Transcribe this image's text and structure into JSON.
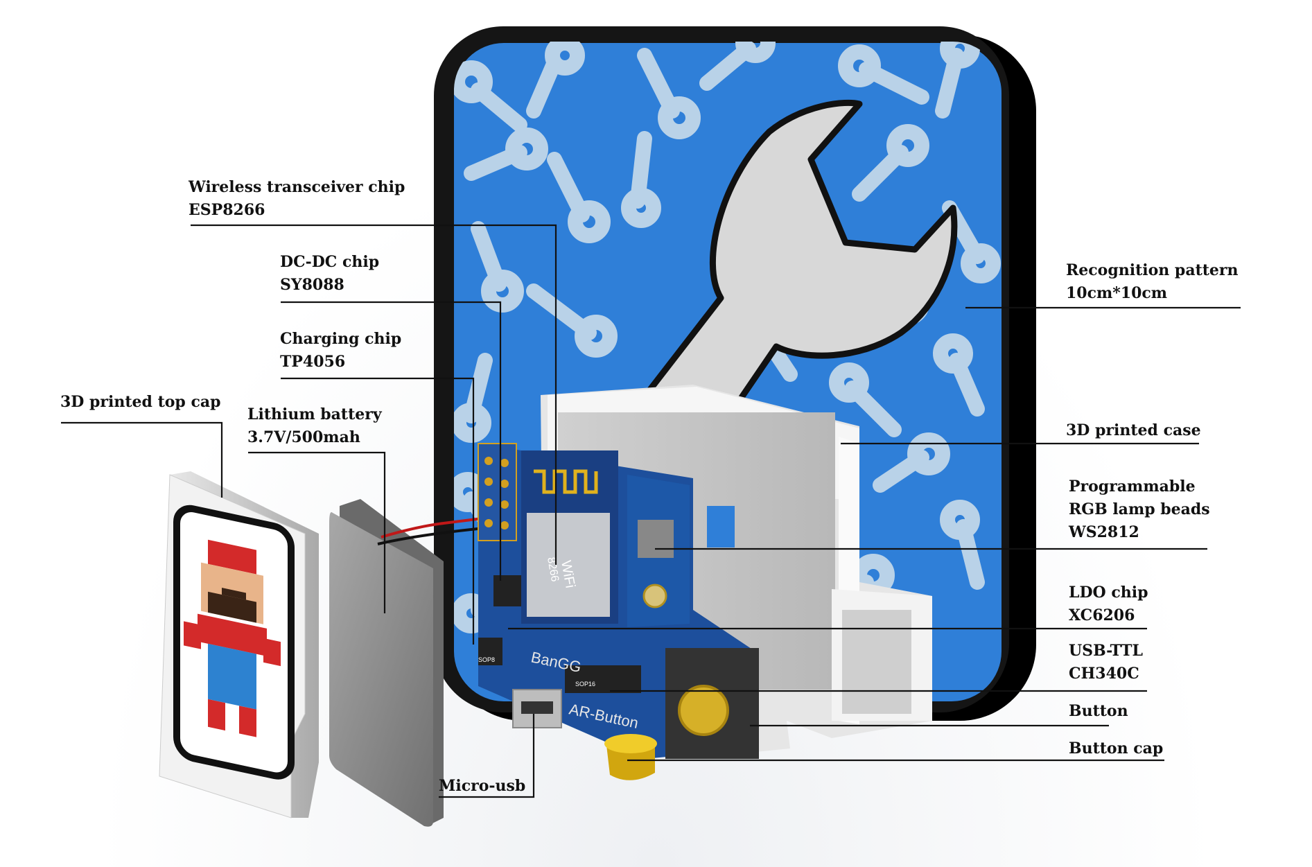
{
  "colors": {
    "pattern_blue": "#2f7fd8",
    "wrench_light": "#b9d2e8",
    "frame_black": "#151515",
    "pcb_blue": "#1d4f9c",
    "case_white": "#f2f2f2",
    "battery_gray": "#8d8d8d",
    "button_yellow": "#e8c21a"
  },
  "labels": {
    "wireless": {
      "line1": "Wireless transceiver chip",
      "line2": "ESP8266"
    },
    "dcdc": {
      "line1": "DC-DC chip",
      "line2": "SY8088"
    },
    "charging": {
      "line1": "Charging chip",
      "line2": "TP4056"
    },
    "topcap": {
      "line1": "3D printed top cap"
    },
    "battery": {
      "line1": "Lithium battery",
      "line2": "3.7V/500mah"
    },
    "pattern": {
      "line1": "Recognition pattern",
      "line2": "10cm*10cm"
    },
    "case": {
      "line1": "3D printed case"
    },
    "rgb": {
      "line1": "Programmable",
      "line2": "RGB lamp beads",
      "line3": "WS2812"
    },
    "ldo": {
      "line1": "LDO chip",
      "line2": "XC6206"
    },
    "usbttl": {
      "line1": "USB-TTL",
      "line2": "CH340C"
    },
    "button": {
      "line1": "Button"
    },
    "buttoncap": {
      "line1": "Button cap"
    },
    "microusb": {
      "line1": "Micro-usb"
    }
  },
  "board_markings": {
    "wifi": "WiFi",
    "chip": "8266",
    "brand": "BanGG",
    "name": "AR-Button",
    "sop16": "SOP16",
    "sop8": "SOP8"
  }
}
